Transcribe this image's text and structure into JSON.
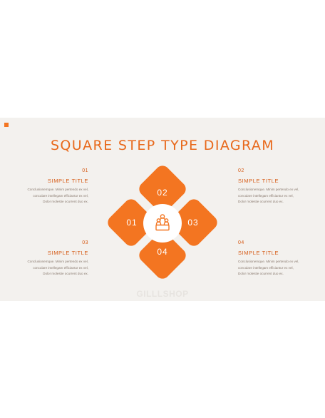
{
  "slide": {
    "title": "SQUARE STEP TYPE DIAGRAM",
    "watermark": "GILLLSHOP",
    "accent_color": "#f37521"
  },
  "steps": [
    {
      "number": "01",
      "title": "SIMPLE TITLE",
      "body": [
        "Conclusionemque. Minim pertendo ex vel,",
        "conculare intellegam efficiantur ex vel,",
        "Dolor molestie ocurrent duo ex."
      ]
    },
    {
      "number": "02",
      "title": "SIMPLE TITLE",
      "body": [
        "Conclusionemque. Minim pertendo ex vel,",
        "conculare intellegam efficiantur ex vel,",
        "Dolor molestie ocurrent duo ex."
      ]
    },
    {
      "number": "03",
      "title": "SIMPLE TITLE",
      "body": [
        "Conclusionemque. Minim pertendo ex vel,",
        "conculare intellegam efficiantur ex vel,",
        "Dolor molestie ocurrent duo ex."
      ]
    },
    {
      "number": "04",
      "title": "SIMPLE TITLE",
      "body": [
        "Conclusionemque. Minim pertendo ex vel,",
        "conculare intellegam efficiantur ex vel,",
        "Dolor molestie ocurrent duo ex."
      ]
    }
  ],
  "diagram": {
    "petals": [
      "01",
      "02",
      "03",
      "04"
    ],
    "hub_icon": "people-group-icon"
  }
}
